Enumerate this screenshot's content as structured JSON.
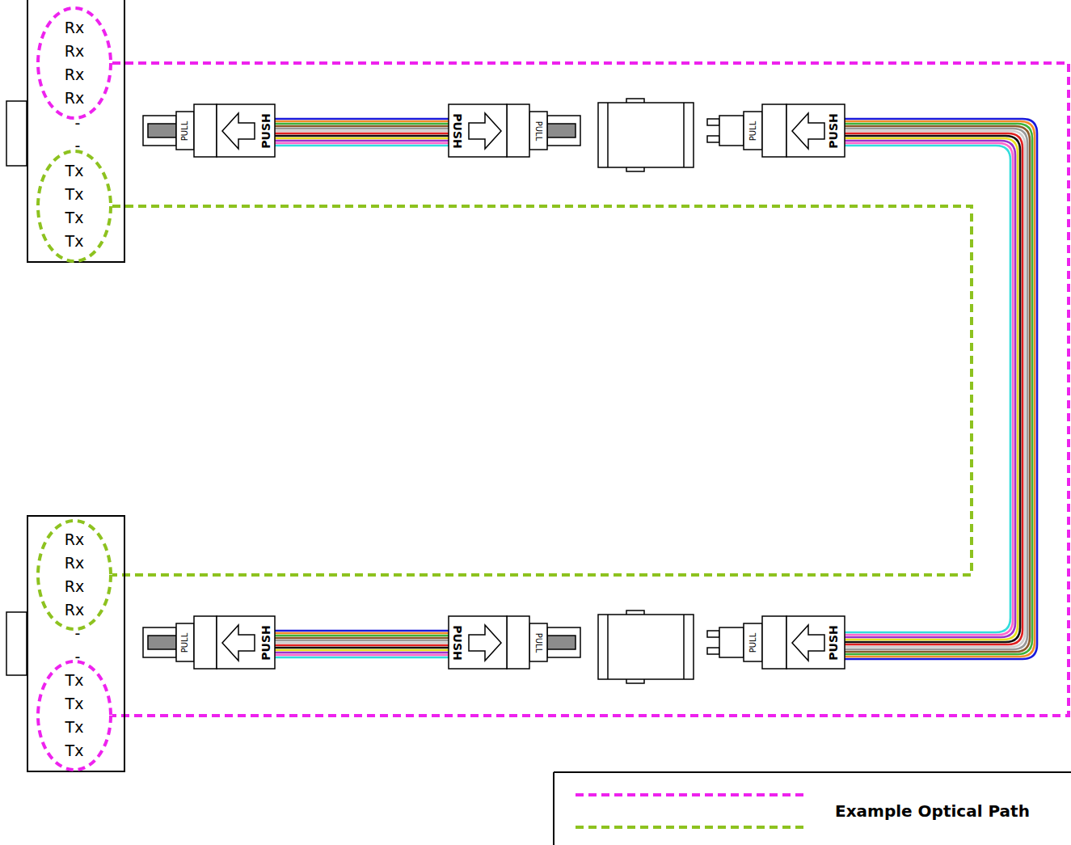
{
  "diagram": {
    "nodes": [
      {
        "text": [
          "-",
          "-"
        ]
      },
      {
        "text": [
          "Rx",
          "Rx",
          "Rx",
          "Rx"
        ],
        "in": 0
      },
      {
        "text": [
          "Tx",
          "Tx",
          "Tx",
          "Tx"
        ],
        "in": 0
      },
      {
        "text": [
          "-",
          "-"
        ]
      },
      {
        "text": [
          "Rx",
          "Rx",
          "Rx",
          "Rx"
        ],
        "in": 3
      },
      {
        "text": [
          "Tx",
          "Tx",
          "Tx",
          "Tx"
        ],
        "in": 3
      }
    ],
    "edges": [
      {
        "from": 1,
        "to": 5,
        "arrow": "none"
      },
      {
        "from": 2,
        "to": 4,
        "arrow": "none"
      }
    ],
    "labels": [
      "PULL",
      "PUSH",
      "PUSH",
      "PULL",
      "PULL",
      "PUSH",
      "PULL",
      "PUSH",
      "PUSH",
      "PULL",
      "PULL",
      "PUSH"
    ],
    "legend": [
      {
        "text": "Example Optical Path"
      }
    ]
  }
}
